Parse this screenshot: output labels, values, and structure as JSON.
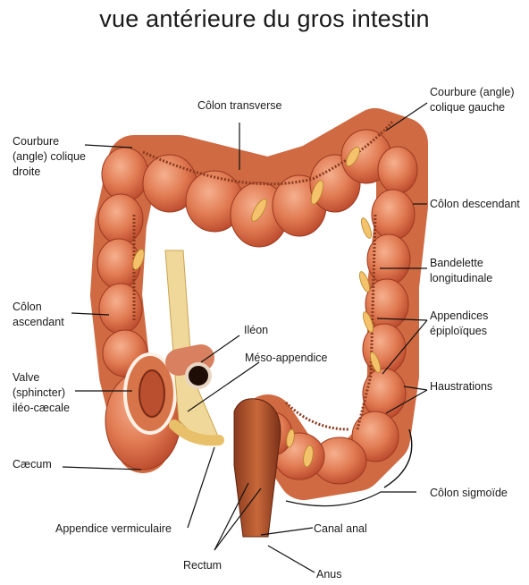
{
  "title": "vue antérieure du gros intestin",
  "labels": {
    "colon_transverse": "Côlon transverse",
    "courbure_gauche": "Courbure (angle)\ncolique gauche",
    "courbure_droite": "Courbure\n(angle) colique\ndroite",
    "colon_descendant": "Côlon descendant",
    "bandelette": "Bandelette\nlongitudinale",
    "colon_ascendant": "Côlon\nascendant",
    "ileon": "Iléon",
    "appendices_epiploiques": "Appendices\népiploïques",
    "meso_appendice": "Méso-appendice",
    "valve": "Valve\n(sphincter)\niléo-cæcale",
    "haustrations": "Haustrations",
    "caecum": "Cæcum",
    "colon_sigmoide": "Côlon sigmoïde",
    "appendice_vermiculaire": "Appendice vermiculaire",
    "canal_anal": "Canal anal",
    "rectum": "Rectum",
    "anus": "Anus"
  }
}
